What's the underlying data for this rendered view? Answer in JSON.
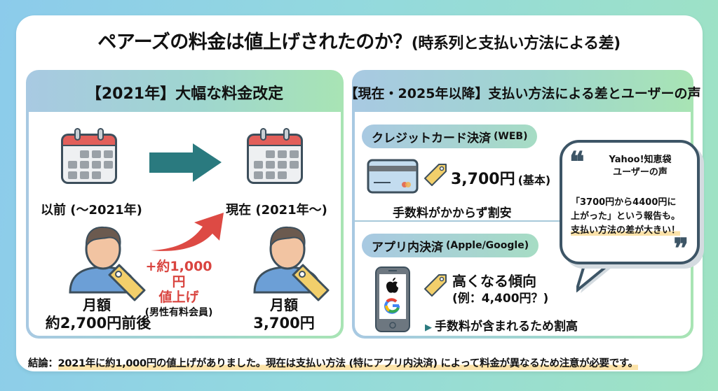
{
  "title": {
    "main": "ペアーズの料金は値上げされたのか？",
    "sub": "(時系列と支払い方法による差)"
  },
  "left_panel": {
    "header": "【2021年】大幅な料金改定",
    "before": {
      "period_label": "以前 (〜2021年)",
      "monthly_label": "月額",
      "price": "約2,700円前後"
    },
    "after": {
      "period_label": "現在 (2021年〜)",
      "monthly_label": "月額",
      "price": "3,700円"
    },
    "increase": {
      "amount": "+約1,000円",
      "label": "値上げ",
      "note": "(男性有料会員)"
    },
    "icons": [
      "calendar-icon",
      "arrow-right-icon",
      "trend-up-arrow-icon",
      "person-icon",
      "price-tag-icon"
    ],
    "colors": {
      "teal_arrow": "#2a7a7f",
      "red_arrow": "#d9443f",
      "calendar_top": "#e25f5a",
      "tag": "#f2cf6b",
      "person_shirt": "#6c9fd6"
    }
  },
  "right_panel": {
    "header": "【現在・2025年以降】支払い方法による差とユーザーの声",
    "credit": {
      "pill_label": "クレジットカード決済",
      "pill_en": "(WEB)",
      "price": "3,700円",
      "price_note": "(基本)",
      "description": "手数料がかからず割安"
    },
    "in_app": {
      "pill_label": "アプリ内決済",
      "pill_en": "(Apple/Google)",
      "trend": "高くなる傾向",
      "example": "(例：4,400円？)",
      "description": "手数料が含まれるため割高"
    },
    "bubble": {
      "source_line1": "Yahoo!知恵袋",
      "source_line2": "ユーザーの声",
      "text_line1": "「3700円から4400円に",
      "text_line2": "上がった」という報告も。",
      "text_highlight": "支払い方法の差が大きい！",
      "open_quote": "❝",
      "close_quote": "❞"
    }
  },
  "conclusion": {
    "label": "結論：",
    "text": "2021年に約1,000円の値上げがありました。現在は支払い方法 (特にアプリ内決済) によって料金が異なるため注意が必要です。"
  }
}
